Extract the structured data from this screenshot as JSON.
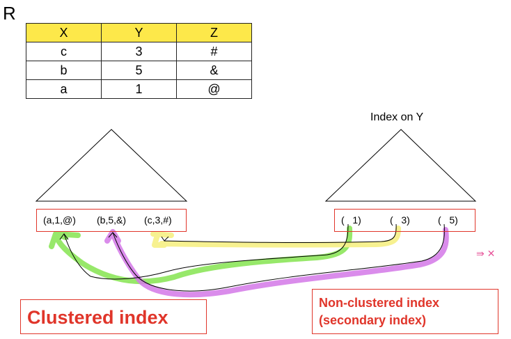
{
  "relation": {
    "label": "R",
    "headers": [
      "X",
      "Y",
      "Z"
    ],
    "rows": [
      [
        "c",
        "3",
        "#"
      ],
      [
        "b",
        "5",
        "&"
      ],
      [
        "a",
        "1",
        "@"
      ]
    ]
  },
  "index_label": "Index on Y",
  "clustered": {
    "entries": [
      "(a,1,@)",
      "(b,5,&)",
      "(c,3,#)"
    ],
    "label": "Clustered index"
  },
  "nonclustered": {
    "entries": [
      "(   1)",
      "(   3)",
      "(   5)"
    ],
    "label_line1": "Non-clustered index",
    "label_line2": "(secondary index)"
  },
  "annotation": "⇛ ✕",
  "colors": {
    "header_fill": "#fde84a",
    "red": "#e0352a",
    "green": "#8ce65a",
    "yellow": "#f7f08a",
    "magenta": "#d478e8"
  }
}
